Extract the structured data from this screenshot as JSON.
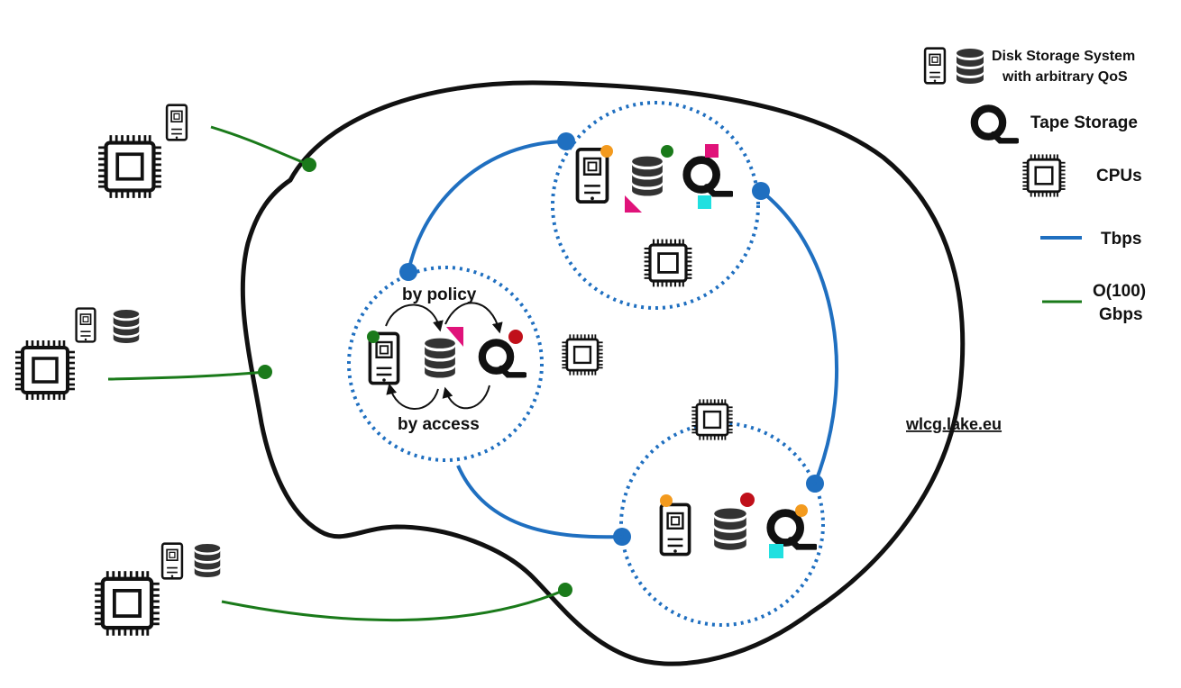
{
  "legend": {
    "disk_line1": "Disk Storage System",
    "disk_line2": "with arbitrary QoS",
    "tape": "Tape Storage",
    "cpus": "CPUs",
    "tbps": "Tbps",
    "gbps_line1": "O(100)",
    "gbps_line2": "Gbps"
  },
  "site": {
    "by_policy": "by policy",
    "by_access": "by access"
  },
  "lake_url": "wlcg.lake.eu",
  "colors": {
    "tbps": "#1f6fc0",
    "gbps": "#1a7a1a",
    "dotted": "#1f6fc0",
    "orange": "#f39a1e",
    "green": "#1a7a1a",
    "red": "#c0101a",
    "magenta": "#e0137a",
    "cyan": "#20e0e0"
  }
}
